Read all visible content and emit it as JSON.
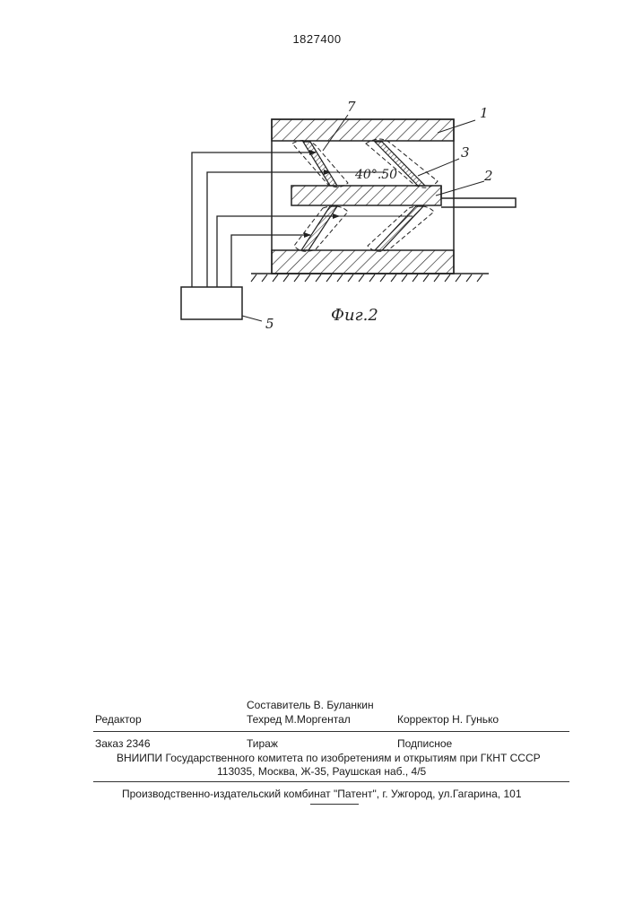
{
  "patent_number": "1827400",
  "figure": {
    "caption": "Фиг.2",
    "angle_label": "40°.50",
    "callouts": [
      "1",
      "2",
      "3",
      "5",
      "7"
    ]
  },
  "imprint": {
    "compiler": "Составитель  В. Буланкин",
    "editor": "Редактор",
    "techred": "Техред М.Моргентал",
    "proofreader": "Корректор Н. Гунько",
    "order": "Заказ  2346",
    "circulation": "Тираж",
    "subscription": "Подписное",
    "institute": "ВНИИПИ Государственного комитета по изобретениям и открытиям при ГКНТ СССР",
    "address": "113035, Москва, Ж-35, Раушская наб., 4/5",
    "publisher": "Производственно-издательский комбинат \"Патент\", г. Ужгород, ул.Гагарина, 101"
  }
}
